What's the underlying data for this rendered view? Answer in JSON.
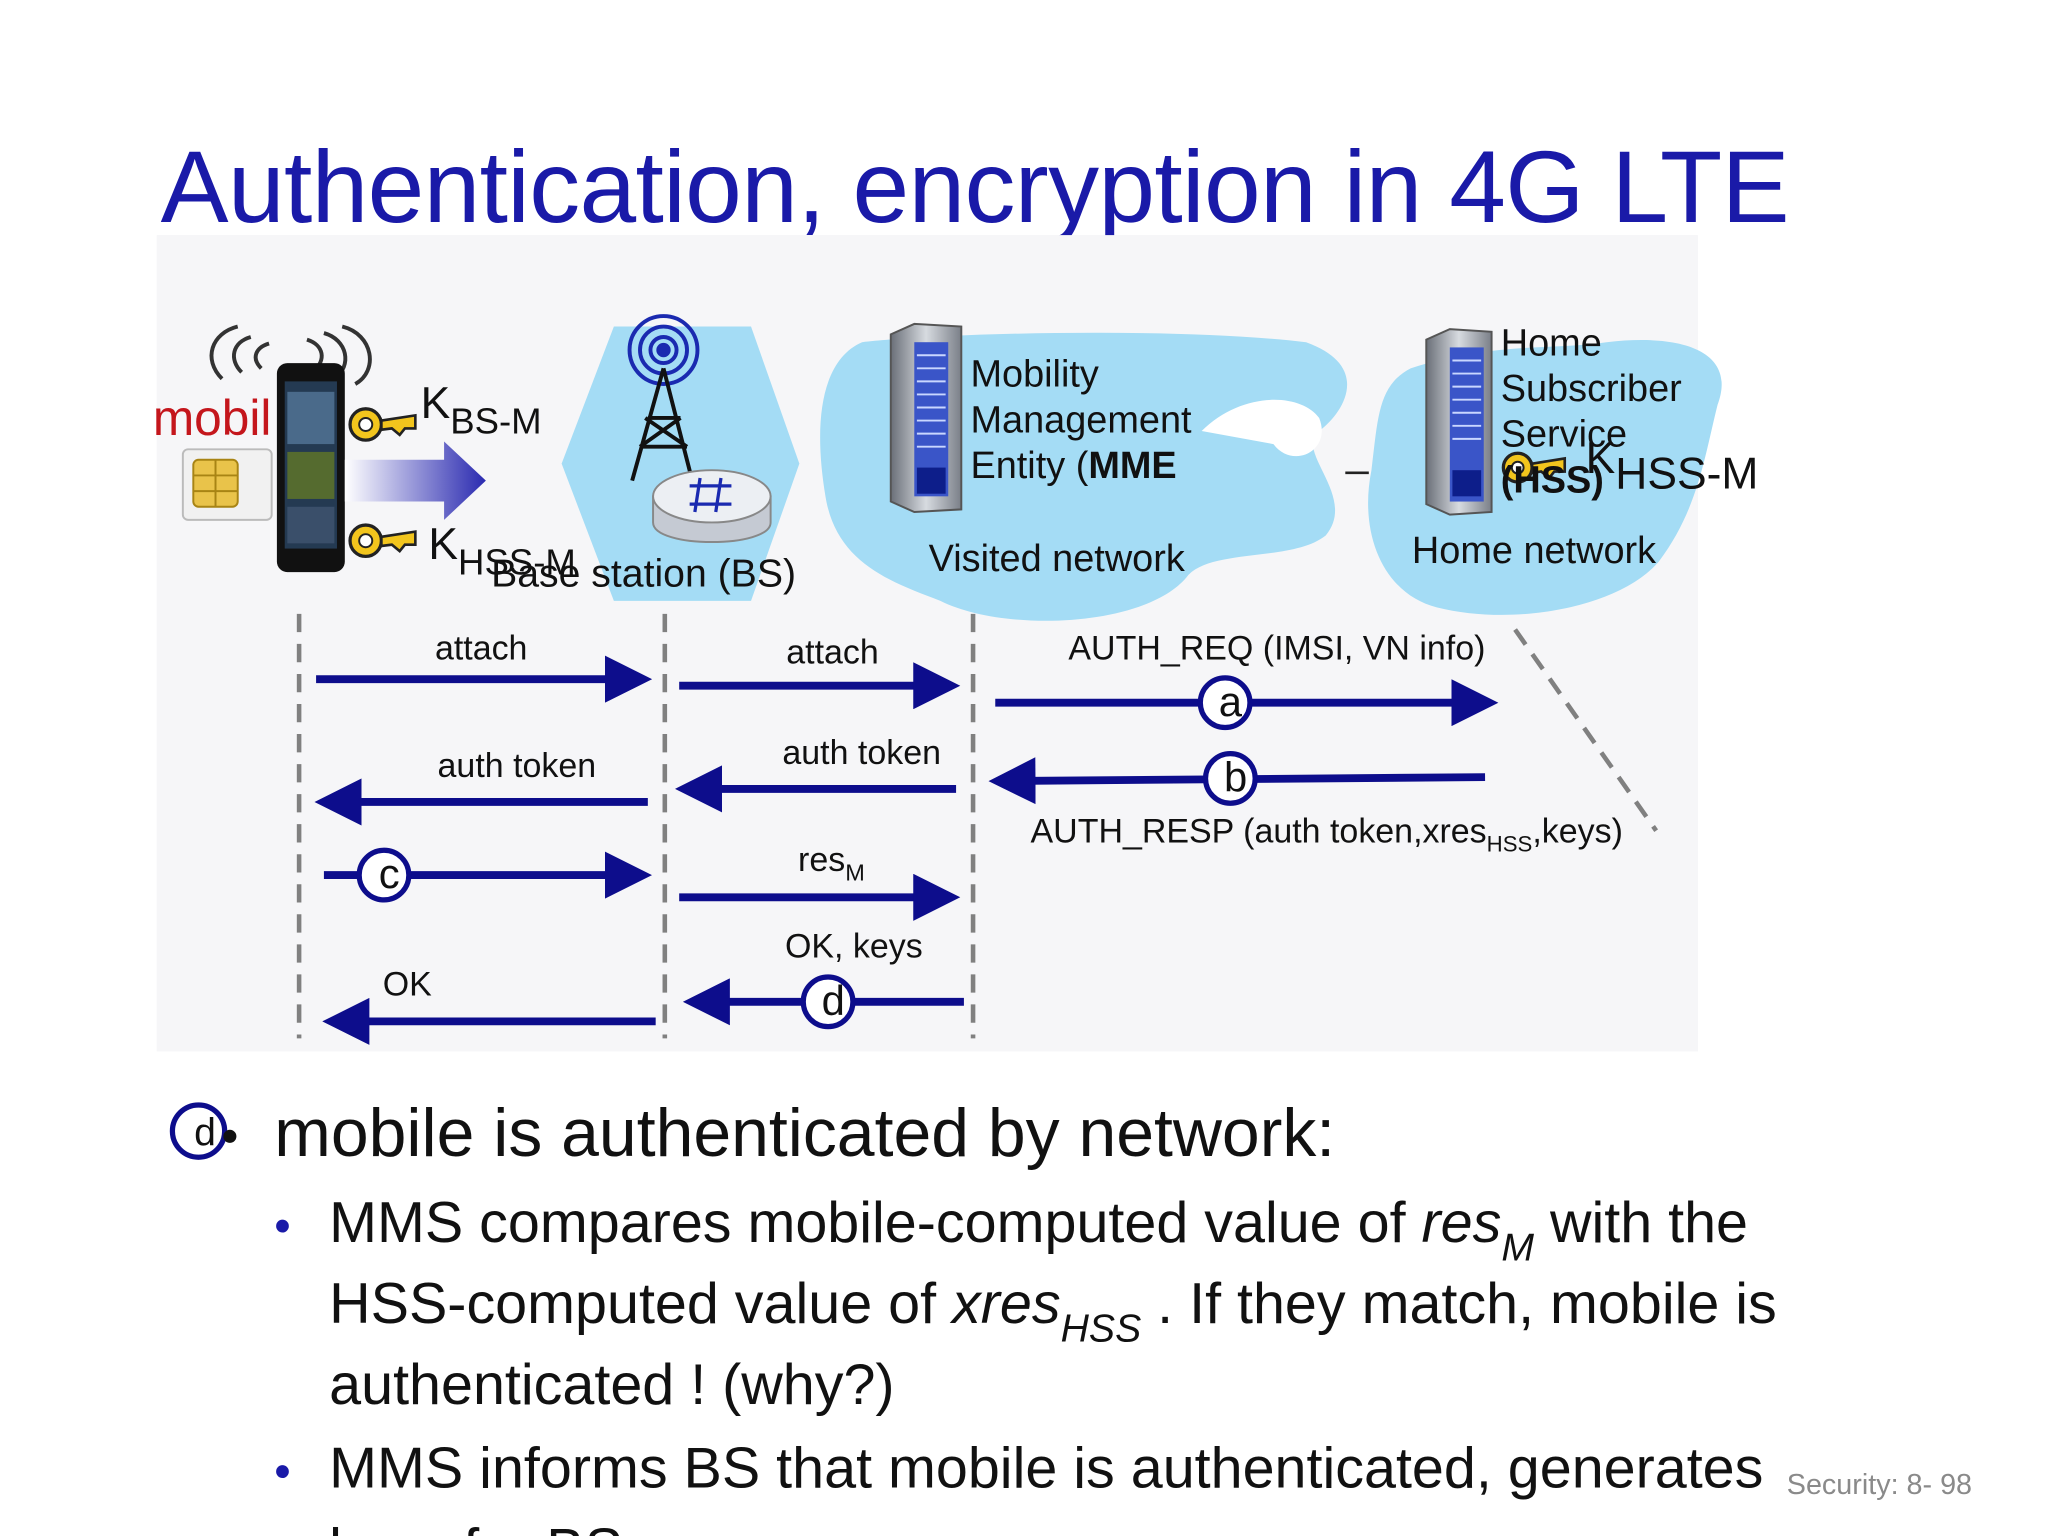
{
  "slide": {
    "title": "Authentication, encryption in 4G LTE",
    "page_number": "Security: 8- 98"
  },
  "diagram": {
    "mobile_label": "mobil",
    "key_bs_m": {
      "base": "K",
      "sub": "BS-M"
    },
    "key_hss_m_mobile": {
      "base": "K",
      "sub": "HSS-M"
    },
    "key_hss_m_home": {
      "base": "K",
      "sub": "HSS-M"
    },
    "base_station_label": "Base station (BS)",
    "mme_lines": [
      "Mobility",
      "Management",
      "Entity (MME"
    ],
    "mme_bold": "MME",
    "hss_lines": [
      "Home",
      "Subscriber",
      "Service",
      "(HSS)"
    ],
    "visited_network": "Visited network",
    "home_network": "Home network",
    "messages": {
      "attach_1": "attach",
      "attach_2": "attach",
      "auth_req": "AUTH_REQ (IMSI, VN info)",
      "auth_token_1": "auth token",
      "auth_token_2": "auth token",
      "auth_resp_pre": "AUTH_RESP (auth token,xres",
      "auth_resp_sub": "HSS",
      "auth_resp_post": ",keys)",
      "res_base": "res",
      "res_sub": "M",
      "ok_keys": "OK, keys",
      "ok": "OK"
    },
    "step_labels": [
      "a",
      "b",
      "c",
      "d"
    ],
    "colors": {
      "arrow": "#0d0d8c",
      "network_cloud": "#a4dcf5",
      "title": "#1a1aa8",
      "mobile_label": "#c4161c"
    }
  },
  "bullets": {
    "step_marker": "d",
    "main": "mobile is authenticated by network:",
    "sub1_line1_pre": "MMS compares mobile-computed value of ",
    "sub1_line1_italic": "res",
    "sub1_line1_sub": "M",
    "sub1_line1_post": " with the",
    "sub1_line2_pre": "HSS-computed value of ",
    "sub1_line2_italic": "xres",
    "sub1_line2_sub": "HSS",
    "sub1_line2_post": " . If they match, mobile is",
    "sub1_line3": "authenticated ! (why?)",
    "sub2_line1": "MMS informs BS that mobile is authenticated, generates",
    "sub2_line2": "keys for BS"
  }
}
